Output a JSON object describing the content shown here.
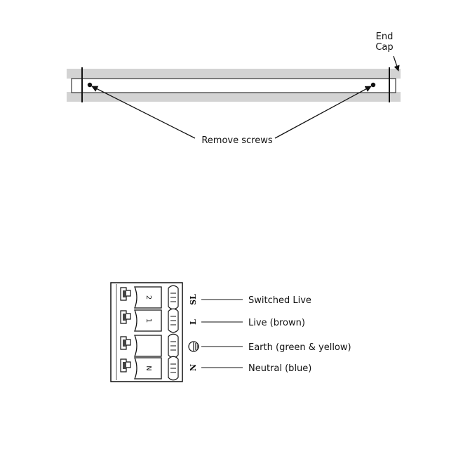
{
  "top_diagram": {
    "end_cap_line1": "End",
    "end_cap_line2": "Cap",
    "remove_screws": "Remove screws"
  },
  "connector": {
    "terminals": [
      {
        "code": "SL",
        "slot": "2",
        "label": "Switched Live"
      },
      {
        "code": "L",
        "slot": "1",
        "label": "Live (brown)"
      },
      {
        "code": "earth",
        "slot": "",
        "label": "Earth (green & yellow)"
      },
      {
        "code": "N",
        "slot": "N",
        "label": "Neutral (blue)"
      }
    ]
  }
}
